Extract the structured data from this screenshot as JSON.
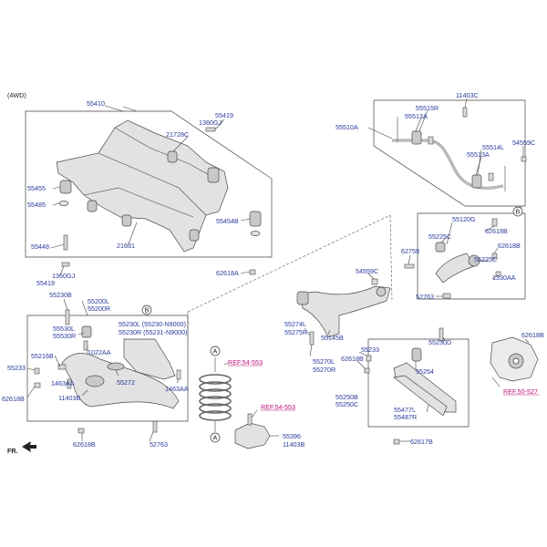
{
  "header": {
    "variant": "(4WD)"
  },
  "labels": {
    "l55410": "55410",
    "l55419a": "55419",
    "l1360gja": "1360GJ",
    "l21728c": "21728C",
    "l55455": "55455",
    "l55485": "55485",
    "l55454b": "55454B",
    "l21631": "21631",
    "l55448": "55448",
    "l1360gjb": "1360GJ",
    "l55419b": "55419",
    "l62618a": "62618A",
    "l55230b": "55230B",
    "l11403c": "11403C",
    "l55510a": "55510A",
    "l55515r": "55515R",
    "l55513a1": "55513A",
    "l55514l": "55514L",
    "l55513a2": "55513A",
    "l54559c1": "54559C",
    "l55120g": "55120G",
    "l55225c1": "55225C",
    "l62618b1": "62618B",
    "l62759": "62759",
    "l62618b2": "62618B",
    "l55225c2": "55225C",
    "l1330aa": "1330AA",
    "l54559c2": "54559C",
    "l52763a": "52763",
    "l55200l": "55200L",
    "l55200r": "55200R",
    "l55530l": "55530L",
    "l55530r": "55530R",
    "l55230l": "55230L (55230-N9000)",
    "l55230r": "55230R (55231-N9000)",
    "l1022aa": "1022AA",
    "l55216b": "55216B",
    "l55233a": "55233",
    "l62618ba": "62618B",
    "l1463aa1": "1463AA",
    "l11403b1": "11403B",
    "l55272": "55272",
    "l1463aa2": "1463AA",
    "l62618bb": "62618B",
    "l52763b": "52763",
    "l55274l": "55274L",
    "l55275r": "55275R",
    "l55145b": "55145B",
    "l55270l": "55270L",
    "l55270r": "55270R",
    "l55233b": "55233",
    "l62618bc": "62618B",
    "l55230d": "55230D",
    "l55254": "55254",
    "l55250b": "55250B",
    "l55250c": "55250C",
    "l55477l": "55477L",
    "l55487r": "55487R",
    "l62617b": "62617B",
    "l62618bd": "62618B",
    "l55396": "55396",
    "l11403b2": "11403B",
    "circleA1": "A",
    "circleA2": "A",
    "circleB1": "B",
    "circleB2": "B",
    "fr": "FR."
  },
  "refs": {
    "ref1": "REF.54-553",
    "ref2": "REF.54-553",
    "ref3": "REF.50-527"
  },
  "colors": {
    "label": "#2a3a9a",
    "reference": "#c0147a",
    "line": "#444444"
  }
}
